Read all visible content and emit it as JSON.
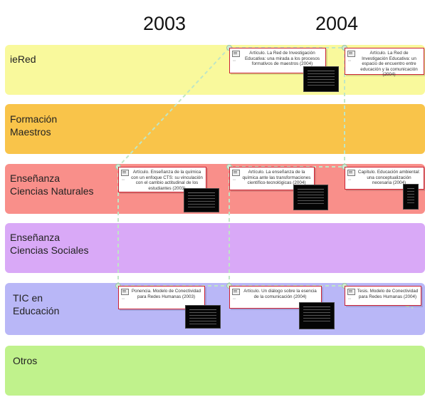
{
  "years": [
    "2003",
    "2004"
  ],
  "bands": [
    {
      "label": "ieRed",
      "color": "#f9f99c"
    },
    {
      "label": "Formación\nMaestros",
      "color": "#f9c44a"
    },
    {
      "label": "Enseñanza\nCiencias Naturales",
      "color": "#f98f8a"
    },
    {
      "label": "Enseñanza\nCiencias Sociales",
      "color": "#d9a9f7"
    },
    {
      "label": "TIC en\nEducación",
      "color": "#b9b7f7"
    },
    {
      "label": "Otros",
      "color": "#c0f28c"
    }
  ],
  "link_color": "#bfe6c5",
  "cards": [
    {
      "text": "Artículo. La Red de Investigación Educativa: una mirada a los procesos formativos de maestros (2004)",
      "icon": "document-icon"
    },
    {
      "text": "Artículo. La Red de Investigación Educativa: un espacio de encuentro entre educación y la comunicación (2004)",
      "icon": "document-icon"
    },
    {
      "text": "Artículo. Enseñanza de la química con un enfoque CTS: su vinculación con el cambio actitudinal de los estudiantes (2003)",
      "icon": "document-icon"
    },
    {
      "text": "Artículo. La enseñanza de la química ante las transformaciones científico-tecnológicas (2004)",
      "icon": "document-icon"
    },
    {
      "text": "Capítulo. Educación ambiental: una conceptualización necesaria (2004)",
      "icon": "document-icon"
    },
    {
      "text": "Ponencia. Modelo de Conectividad para Redes Humanas (2003)",
      "icon": "document-icon"
    },
    {
      "text": "Artículo. Un diálogo sobre la esencia de la comunicación (2004)",
      "icon": "document-icon"
    },
    {
      "text": "Tesis. Modelo de Conectividad para Redes Humanas (2004)",
      "icon": "document-icon"
    }
  ]
}
